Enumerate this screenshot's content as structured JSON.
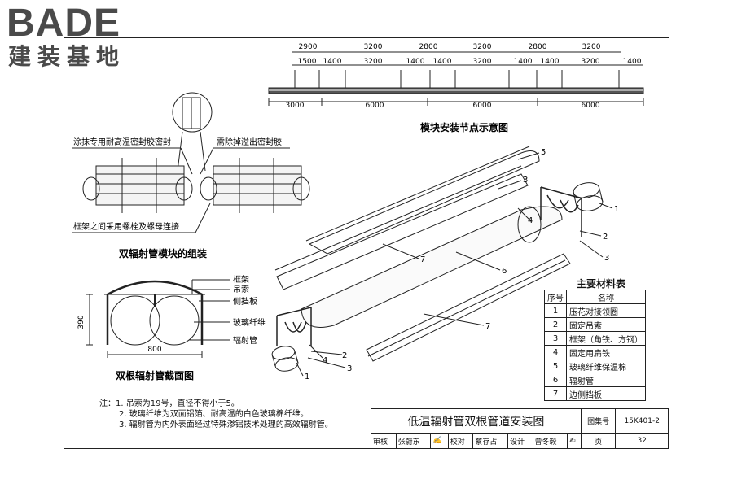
{
  "logo": {
    "main": "BADE",
    "sub": "建装基地"
  },
  "dimensions": {
    "top_row": [
      "2900",
      "3200",
      "2800",
      "3200",
      "2800",
      "3200"
    ],
    "mid_row": [
      "1500",
      "1400",
      "3200",
      "1400",
      "1400",
      "3200",
      "1400",
      "1400",
      "3200",
      "1400"
    ],
    "bottom_row": [
      "3000",
      "6000",
      "6000",
      "6000"
    ]
  },
  "captions": {
    "module_nodes": "模块安装节点示意图",
    "module_assembly": "双辐射管模块的组装",
    "section": "双根辐射管截面图"
  },
  "callouts": {
    "sealant": "涂抹专用耐高温密封胶密封",
    "remove_sealant": "需除掉溢出密封胶",
    "bolt": "框架之间采用螺栓及螺母连接"
  },
  "section_labels": [
    "框架",
    "吊索",
    "侧挡板",
    "玻璃纤维",
    "辐射管"
  ],
  "section_dims": {
    "height": "390",
    "width": "800"
  },
  "part_numbers": [
    "1",
    "2",
    "3",
    "4",
    "5",
    "6",
    "7"
  ],
  "materials": {
    "title": "主要材料表",
    "header": {
      "no": "序号",
      "name": "名称"
    },
    "rows": [
      {
        "no": "1",
        "name": "压花对接领圈"
      },
      {
        "no": "2",
        "name": "固定吊索"
      },
      {
        "no": "3",
        "name": "框架（角铁、方钢）"
      },
      {
        "no": "4",
        "name": "固定用扁铁"
      },
      {
        "no": "5",
        "name": "玻璃纤维保温棉"
      },
      {
        "no": "6",
        "name": "辐射管"
      },
      {
        "no": "7",
        "name": "边侧挡板"
      }
    ]
  },
  "notes": [
    "注：1. 吊索为19号，直径不得小于5。",
    "2. 玻璃纤维为双面铝箔、耐高温的白色玻璃棉纤维。",
    "3. 辐射管为内外表面经过特殊渗铝技术处理的高效辐射管。"
  ],
  "title_block": {
    "title": "低温辐射管双根管道安装图",
    "atlas_label": "图集号",
    "atlas_no": "15K401-2",
    "review_label": "审核",
    "reviewer": "张蔚东",
    "check_label": "校对",
    "checker": "蔡存占",
    "design_label": "设计",
    "designer": "曾冬毅",
    "page_label": "页",
    "page_no": "32"
  }
}
